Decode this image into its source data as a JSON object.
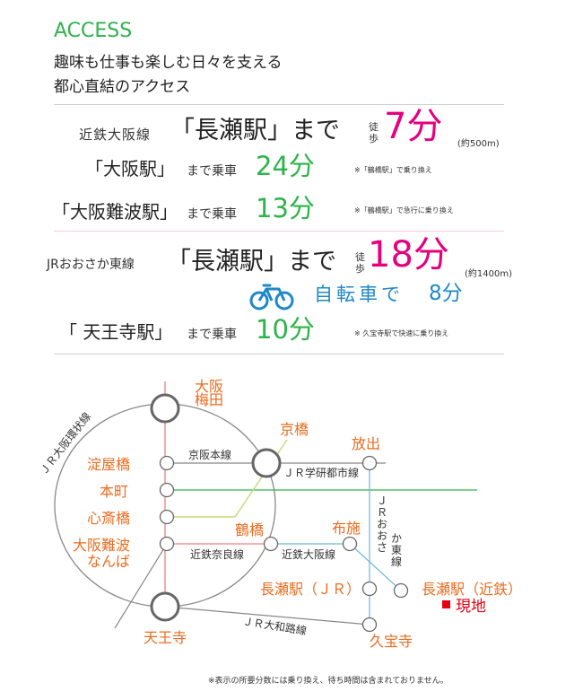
{
  "header": {
    "title": "ACCESS",
    "lead_line1": "趣味も仕事も楽しむ日々を支える",
    "lead_line2": "都心直結のアクセス"
  },
  "routes": {
    "kintetsu": {
      "line": "近鉄大阪線",
      "dest": "「長瀬駅」まで",
      "walk": "徒歩",
      "time": "7分",
      "dist": "(約500m)"
    },
    "osaka_st": {
      "dest": "「大阪駅」",
      "suffix": "まで乗車",
      "time": "24分",
      "note": "※「鶴橋駅」で乗り換え"
    },
    "namba_st": {
      "dest": "「大阪難波駅」",
      "suffix": "まで乗車",
      "time": "13分",
      "note": "※「鶴橋駅」で急行に乗り換え"
    },
    "jr": {
      "line": "JRおおさか東線",
      "dest": "「長瀬駅」まで",
      "walk": "徒歩",
      "time": "18分",
      "dist": "(約1400m)"
    },
    "bike": {
      "label": "自転車で",
      "time": "8分"
    },
    "tennoji_st": {
      "dest": "「 天王寺駅」",
      "suffix": "まで乗車",
      "time": "10分",
      "note": "※ 久宝寺駅で快速に乗り換え"
    }
  },
  "map": {
    "stations": {
      "umeda": "大阪梅田",
      "kyobashi": "京橋",
      "hanaten": "放出",
      "yodoyabashi": "淀屋橋",
      "honmachi": "本町",
      "shinsaibashi": "心斎橋",
      "namba_l1": "大阪難波",
      "namba_l2": "なんば",
      "tsuruhashi": "鶴橋",
      "fuse": "布施",
      "nagase_jr": "長瀬駅（ＪＲ）",
      "nagase_kintetsu": "長瀬駅（近鉄）",
      "tennoji": "天王寺",
      "kyuhoji": "久宝寺"
    },
    "lines": {
      "loop": "ＪＲ大阪環状線",
      "keihan": "京阪本線",
      "gakken": "ＪＲ学研都市線",
      "kintetsu_nara": "近鉄奈良線",
      "kintetsu_osaka": "近鉄大阪線",
      "jr_yamatoji": "ＪＲ大和路線",
      "osaka_higashi": "ＪＲおおさか東線"
    },
    "current": "現地",
    "colors": {
      "station_text": "#ea6c1e",
      "loop_line": "#888888",
      "red_line": "#f08080",
      "blue_line": "#6ab7d9",
      "green_line": "#2db34a",
      "yellow_line": "#c8d87a",
      "current_marker": "#e60012"
    }
  },
  "footnote": "※表示の所要分数には乗り換え、待ち時間は含まれておりません。"
}
